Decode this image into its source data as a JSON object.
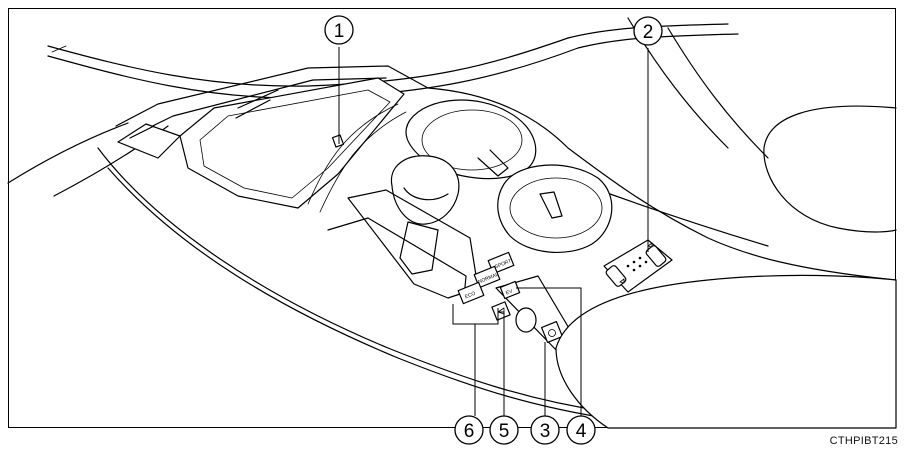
{
  "diagram": {
    "image_code": "CTHPIBT215",
    "callouts": [
      {
        "id": "callout-1",
        "label": "1"
      },
      {
        "id": "callout-2",
        "label": "2"
      },
      {
        "id": "callout-3",
        "label": "3"
      },
      {
        "id": "callout-4",
        "label": "4"
      },
      {
        "id": "callout-5",
        "label": "5"
      },
      {
        "id": "callout-6",
        "label": "6"
      }
    ],
    "buttons": {
      "eco": "ECO",
      "normal": "NORMAL",
      "sport": "SPORT",
      "ev": "EV"
    },
    "colors": {
      "line": "#000000",
      "background": "#ffffff"
    }
  }
}
